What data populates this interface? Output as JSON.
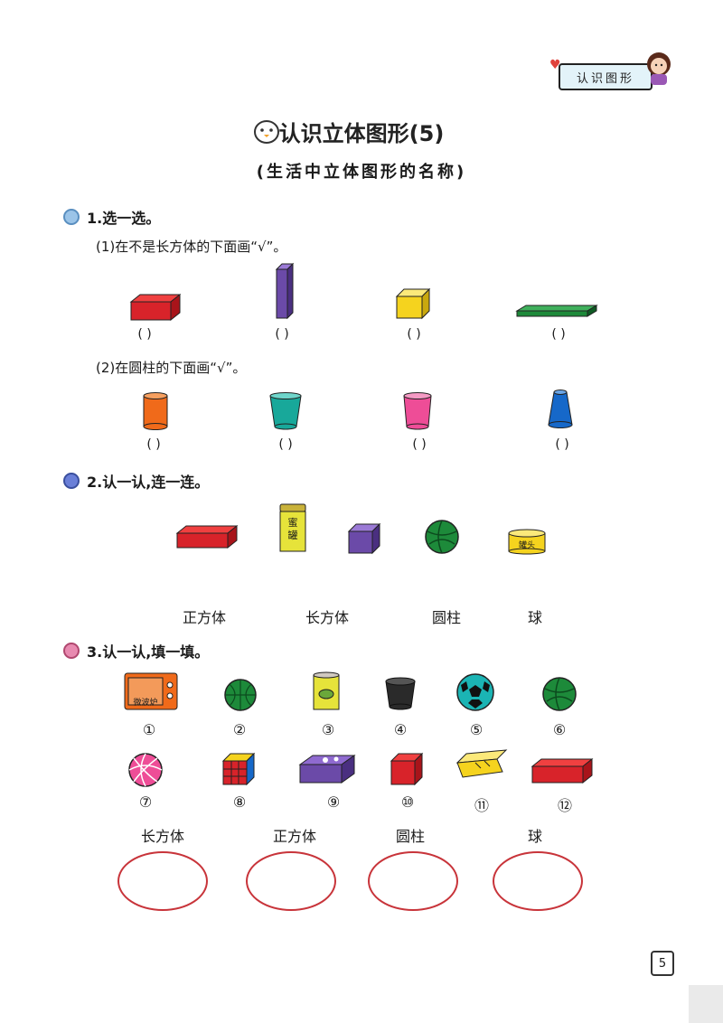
{
  "header": {
    "tag": "认识图形"
  },
  "title": "认识立体图形(5)",
  "subtitle": "(生活中立体图形的名称)",
  "q1": {
    "heading": "1.选一选。",
    "part1": "(1)在不是长方体的下面画“√”。",
    "part2": "(2)在圆柱的下面画“√”。",
    "paren": "(      )",
    "part1_shapes": [
      "red-cuboid",
      "purple-tall-prism",
      "yellow-cube",
      "green-flat-board"
    ],
    "part2_shapes": [
      "orange-cylinder",
      "teal-cup",
      "pink-cup",
      "blue-cup"
    ]
  },
  "q2": {
    "heading": "2.认一认,连一连。",
    "objects": [
      "red-cuboid",
      "honey-jar",
      "purple-cube",
      "green-ball",
      "yellow-tin"
    ],
    "jar_label": "蜜罐",
    "tin_label": "罐头",
    "labels": [
      "正方体",
      "长方体",
      "圆柱",
      "球"
    ]
  },
  "q3": {
    "heading": "3.认一认,填一填。",
    "microwave_label": "微波炉",
    "numbers_row1": [
      "①",
      "②",
      "③",
      "④",
      "⑤",
      "⑥"
    ],
    "numbers_row2": [
      "⑦",
      "⑧",
      "⑨",
      "⑩",
      "⑪",
      "⑫"
    ],
    "labels": [
      "长方体",
      "正方体",
      "圆柱",
      "球"
    ]
  },
  "page_number": "5",
  "colors": {
    "red": "#d8232a",
    "purple": "#6b4aa8",
    "yellow": "#f5d31e",
    "green": "#1d8a3a",
    "orange": "#f06a1a",
    "teal": "#18a89a",
    "pink": "#ee4d97",
    "blue": "#1668c9"
  }
}
